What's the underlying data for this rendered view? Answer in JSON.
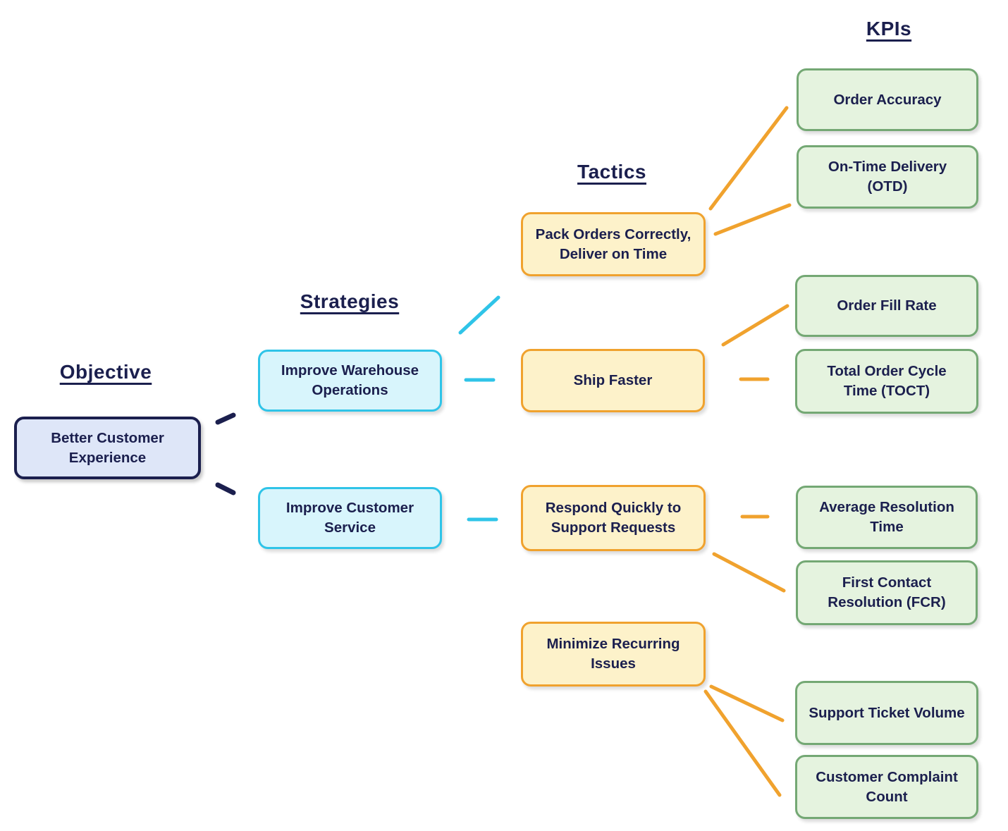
{
  "headers": {
    "objective": "Objective",
    "strategies": "Strategies",
    "tactics": "Tactics",
    "kpis": "KPIs"
  },
  "objective": {
    "label": "Better Customer Experience"
  },
  "strategies": [
    {
      "label": "Improve Warehouse Operations"
    },
    {
      "label": "Improve Customer Service"
    }
  ],
  "tactics": [
    {
      "label": "Pack Orders Correctly, Deliver on Time"
    },
    {
      "label": "Ship Faster"
    },
    {
      "label": "Respond Quickly to Support Requests"
    },
    {
      "label": "Minimize Recurring Issues"
    }
  ],
  "kpis": [
    {
      "label": "Order Accuracy"
    },
    {
      "label": "On-Time Delivery (OTD)"
    },
    {
      "label": "Order Fill Rate"
    },
    {
      "label": "Total Order Cycle Time (TOCT)"
    },
    {
      "label": "Average Resolution Time"
    },
    {
      "label": "First Contact Resolution (FCR)"
    },
    {
      "label": "Support Ticket Volume"
    },
    {
      "label": "Customer Complaint Count"
    }
  ],
  "edges": [
    {
      "from": "Better Customer Experience",
      "to": "Improve Warehouse Operations"
    },
    {
      "from": "Better Customer Experience",
      "to": "Improve Customer Service"
    },
    {
      "from": "Improve Warehouse Operations",
      "to": "Pack Orders Correctly, Deliver on Time"
    },
    {
      "from": "Improve Warehouse Operations",
      "to": "Ship Faster"
    },
    {
      "from": "Improve Customer Service",
      "to": "Respond Quickly to Support Requests"
    },
    {
      "from": "Pack Orders Correctly, Deliver on Time",
      "to": "Order Accuracy"
    },
    {
      "from": "Pack Orders Correctly, Deliver on Time",
      "to": "On-Time Delivery (OTD)"
    },
    {
      "from": "Ship Faster",
      "to": "Order Fill Rate"
    },
    {
      "from": "Ship Faster",
      "to": "Total Order Cycle Time (TOCT)"
    },
    {
      "from": "Respond Quickly to Support Requests",
      "to": "Average Resolution Time"
    },
    {
      "from": "Respond Quickly to Support Requests",
      "to": "First Contact Resolution (FCR)"
    },
    {
      "from": "Minimize Recurring Issues",
      "to": "Support Ticket Volume"
    },
    {
      "from": "Minimize Recurring Issues",
      "to": "Customer Complaint Count"
    }
  ],
  "colors": {
    "navy": "#1b1f4e",
    "cyan": "#2fc4e8",
    "cyan_fill": "#d8f5fc",
    "orange": "#f0a22e",
    "orange_fill": "#fdf2ca",
    "green": "#74a874",
    "green_fill": "#e5f3df",
    "objective_fill": "#dee6f8"
  }
}
